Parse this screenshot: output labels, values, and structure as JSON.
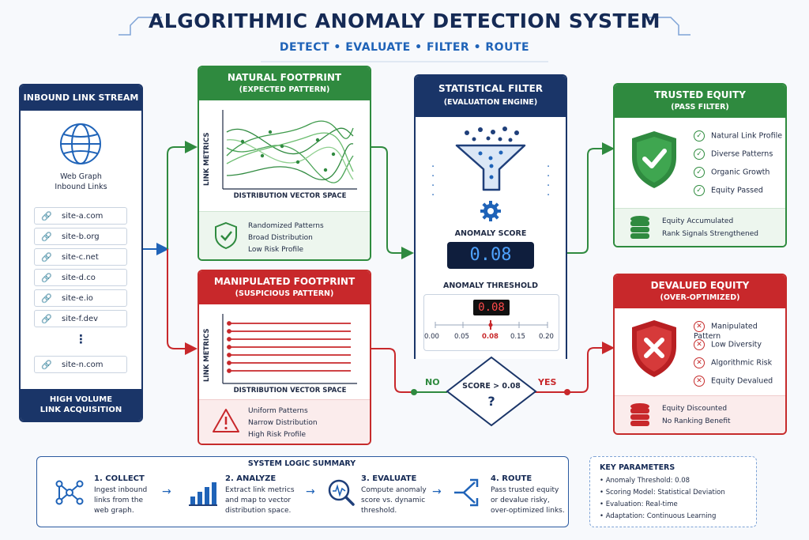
{
  "header": {
    "title": "ALGORITHMIC ANOMALY DETECTION SYSTEM",
    "subtitle": "DETECT • EVALUATE • FILTER • ROUTE"
  },
  "inbound": {
    "title": "INBOUND LINK STREAM",
    "graph_label_1": "Web Graph",
    "graph_label_2": "Inbound Links",
    "sites": [
      "site-a.com",
      "site-b.org",
      "site-c.net",
      "site-d.co",
      "site-e.io",
      "site-f.dev",
      "site-n.com"
    ],
    "ellipsis": "⋮",
    "footer_1": "HIGH VOLUME",
    "footer_2": "LINK ACQUISITION",
    "icon": "globe-icon"
  },
  "natural": {
    "title": "NATURAL FOOTPRINT",
    "subtitle": "(EXPECTED PATTERN)",
    "ylabel": "LINK METRICS",
    "xlabel": "DISTRIBUTION VECTOR SPACE",
    "items": [
      "Randomized Patterns",
      "Broad Distribution",
      "Low Risk Profile"
    ],
    "icon": "shield-check-icon"
  },
  "manipulated": {
    "title": "MANIPULATED FOOTPRINT",
    "subtitle": "(SUSPICIOUS PATTERN)",
    "ylabel": "LINK METRICS",
    "xlabel": "DISTRIBUTION VECTOR SPACE",
    "items": [
      "Uniform Patterns",
      "Narrow Distribution",
      "High Risk Profile"
    ],
    "icon": "warning-icon"
  },
  "filter": {
    "title": "STATISTICAL FILTER",
    "subtitle": "(EVALUATION ENGINE)",
    "score_label": "ANOMALY SCORE",
    "score_value": "0.08",
    "threshold_label": "ANOMALY THRESHOLD",
    "threshold_value": "0.08",
    "ticks": [
      "0.00",
      "0.05",
      "0.08",
      "0.15",
      "0.20"
    ],
    "decision": "SCORE > 0.08",
    "decision_q": "?",
    "no_label": "NO",
    "yes_label": "YES",
    "icons": [
      "funnel-icon",
      "gear-icon"
    ]
  },
  "trusted": {
    "title": "TRUSTED EQUITY",
    "subtitle": "(PASS FILTER)",
    "checks": [
      "Natural Link Profile",
      "Diverse Patterns",
      "Organic Growth",
      "Equity Passed"
    ],
    "footer": [
      "Equity Accumulated",
      "Rank Signals Strengthened"
    ],
    "icons": [
      "shield-check-icon",
      "database-icon"
    ]
  },
  "devalued": {
    "title": "DEVALUED EQUITY",
    "subtitle": "(OVER-OPTIMIZED)",
    "checks": [
      "Manipulated Pattern",
      "Low Diversity",
      "Algorithmic Risk",
      "Equity Devalued"
    ],
    "footer": [
      "Equity Discounted",
      "No Ranking Benefit"
    ],
    "icons": [
      "shield-x-icon",
      "database-icon"
    ]
  },
  "summary": {
    "title": "SYSTEM LOGIC SUMMARY",
    "steps": [
      {
        "title": "1. COLLECT",
        "text": [
          "Ingest inbound",
          "links from the",
          "web graph."
        ],
        "icon": "network-icon"
      },
      {
        "title": "2. ANALYZE",
        "text": [
          "Extract link metrics",
          "and map to vector",
          "distribution space."
        ],
        "icon": "bar-chart-icon"
      },
      {
        "title": "3. EVALUATE",
        "text": [
          "Compute anomaly",
          "score vs. dynamic",
          "threshold."
        ],
        "icon": "magnifier-icon"
      },
      {
        "title": "4. ROUTE",
        "text": [
          "Pass trusted equity",
          "or devalue risky,",
          "over-optimized links."
        ],
        "icon": "fork-arrow-icon"
      }
    ]
  },
  "params": {
    "title": "KEY PARAMETERS",
    "items": [
      "Anomaly Threshold:  0.08",
      "Scoring Model:  Statistical Deviation",
      "Evaluation:  Real-time",
      "Adaptation:  Continuous Learning"
    ]
  },
  "colors": {
    "navy": "#1a3568",
    "green": "#2f8a3f",
    "red": "#c8282b",
    "blue": "#1f63b8"
  }
}
